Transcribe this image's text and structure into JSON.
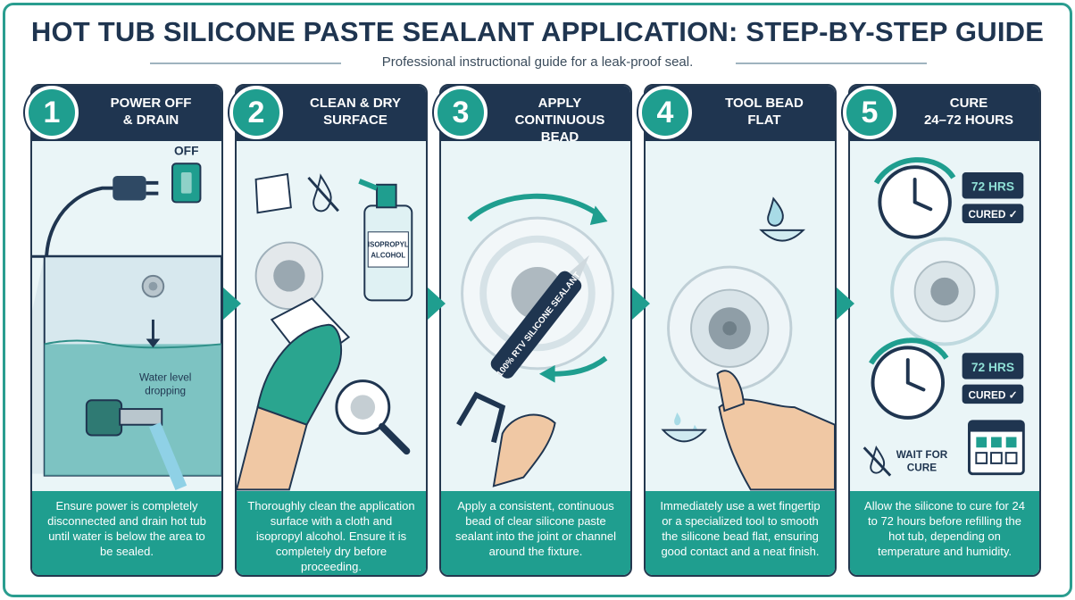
{
  "header": {
    "title": "HOT TUB SILICONE PASTE SEALANT APPLICATION: STEP-BY-STEP GUIDE",
    "subtitle": "Professional instructional guide for a leak-proof seal."
  },
  "colors": {
    "navy": "#1f3550",
    "teal": "#1f9e8f",
    "panel_bg": "#eaf5f7"
  },
  "steps": [
    {
      "number": "1",
      "title_line1": "POWER OFF",
      "title_line2": "& DRAIN",
      "description": "Ensure power is completely disconnected and drain hot tub until water is below the area to be sealed.",
      "labels": {
        "switch": "OFF",
        "water_line1": "Water level",
        "water_line2": "dropping"
      },
      "icons": [
        "plug-icon",
        "power-switch-icon",
        "hot-tub-icon",
        "pump-icon"
      ]
    },
    {
      "number": "2",
      "title_line1": "CLEAN & DRY",
      "title_line2": "SURFACE",
      "description": "Thoroughly clean the application surface with a cloth and isopropyl alcohol. Ensure it is completely dry before proceeding.",
      "labels": {
        "bottle_line1": "ISOPROPYL",
        "bottle_line2": "ALCOHOL"
      },
      "icons": [
        "cloth-icon",
        "no-water-icon",
        "spray-bottle-icon",
        "gloved-hand-icon",
        "magnifier-icon"
      ]
    },
    {
      "number": "3",
      "title_line1": "APPLY",
      "title_line2": "CONTINUOUS BEAD",
      "description": "Apply a consistent, continuous bead of clear silicone paste sealant into the joint or channel around the fixture.",
      "labels": {
        "tube": "100% RTV SILICONE SEALANT"
      },
      "icons": [
        "caulk-gun-icon",
        "rotate-arrow-icon"
      ]
    },
    {
      "number": "4",
      "title_line1": "TOOL BEAD",
      "title_line2": "FLAT",
      "description": "Immediately use a wet fingertip or a specialized tool to smooth the silicone bead flat, ensuring good contact and a neat finish.",
      "labels": {},
      "icons": [
        "water-bowl-icon",
        "fingertip-icon",
        "jet-fixture-icon"
      ]
    },
    {
      "number": "5",
      "title_line1": "CURE",
      "title_line2": "24–72 HOURS",
      "description": "Allow the silicone to cure for 24 to 72 hours before refilling the hot tub, depending on temperature and humidity.",
      "labels": {
        "timer_top": "72 HRS",
        "cured_top": "CURED ✓",
        "timer_bottom": "72 HRS",
        "cured_bottom": "CURED ✓",
        "wait_line1": "WAIT FOR",
        "wait_line2": "CURE"
      },
      "icons": [
        "clock-icon",
        "calendar-icon",
        "no-water-icon"
      ]
    }
  ]
}
